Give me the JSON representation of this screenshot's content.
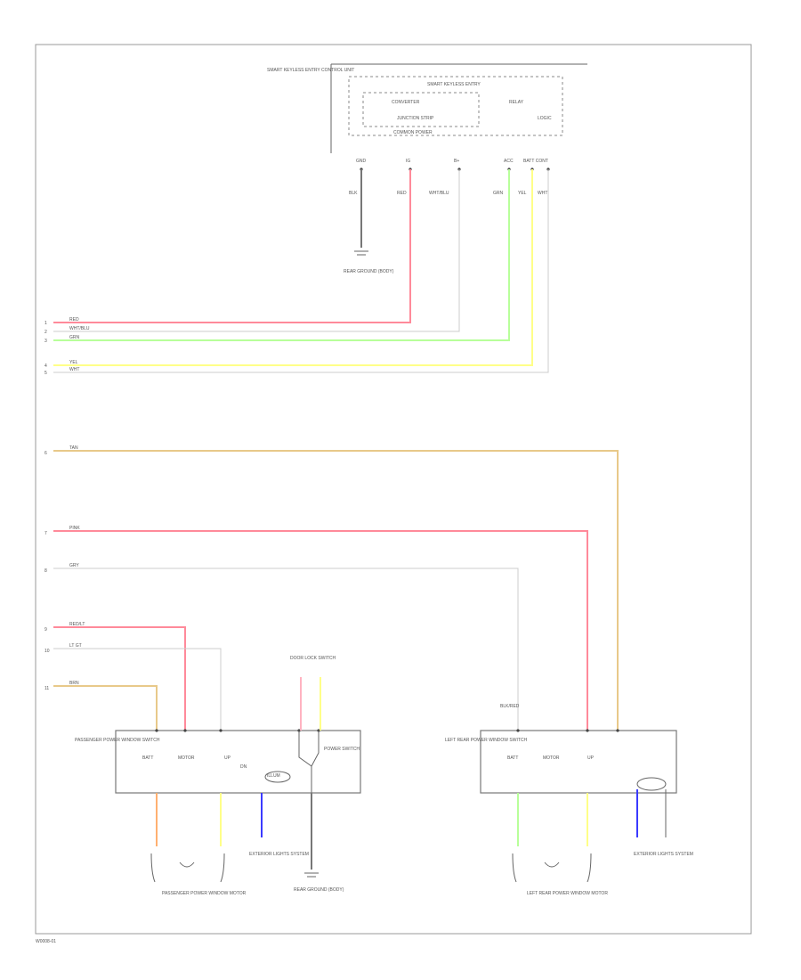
{
  "page_tag": "W0008-01",
  "top_module": {
    "title": "SMART KEYLESS ENTRY CONTROL UNIT",
    "inner_title": "SMART KEYLESS ENTRY",
    "sub_left": "CONVERTER",
    "sub_left2": "JUNCTION STRIP",
    "sub_right": "RELAY",
    "sub_right2": "LOGIC",
    "footer": "COMMON POWER",
    "pins": [
      "GND",
      "IG",
      "B+",
      "ACC",
      "BATT CONT"
    ],
    "wire_labels": [
      "BLK",
      "RED",
      "WHT/BLU",
      "GRN",
      "YEL",
      "WHT"
    ],
    "ground_label": "REAR GROUND (BODY)"
  },
  "harness": {
    "colors": [
      "RED",
      "WHT/BLU",
      "GRN",
      "YEL",
      "WHT",
      "TAN",
      "PINK",
      "GRY",
      "RED/LT",
      "LT GT",
      "BRN"
    ],
    "row_ids": [
      "1",
      "2",
      "3",
      "4",
      "5",
      "6",
      "7",
      "8",
      "9",
      "10",
      "11"
    ]
  },
  "passenger_switch": {
    "name": "PASSENGER POWER WINDOW SWITCH",
    "pins": [
      "BATT",
      "MOTOR",
      "UP",
      "DN",
      "ILLUM"
    ],
    "label_right": "POWER SWITCH",
    "motor": "PASSENGER POWER WINDOW MOTOR",
    "ground": "REAR GROUND (BODY)",
    "lamp": "EXTERIOR LIGHTS SYSTEM",
    "connector_top": "DOOR LOCK SWITCH"
  },
  "rear_switch": {
    "name": "LEFT REAR POWER WINDOW SWITCH",
    "pins": [
      "BATT",
      "MOTOR",
      "UP"
    ],
    "motor": "LEFT REAR POWER WINDOW MOTOR",
    "lamp": "EXTERIOR LIGHTS SYSTEM",
    "label_left": "BLK/RED"
  },
  "colors": {
    "red": "#ff8a9a",
    "green": "#b8ff9a",
    "yellow": "#ffff88",
    "tan": "#e8c98a",
    "pink": "#ffb3c1",
    "orange": "#ffb070",
    "blue": "#3a3aff",
    "white": "#dddddd"
  }
}
